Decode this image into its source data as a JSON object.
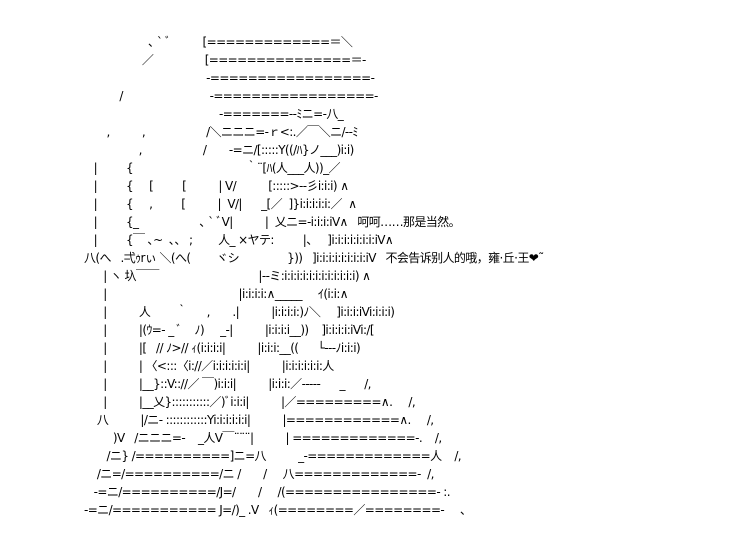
{
  "artwork": {
    "type": "ascii-art",
    "text_color": "#000000",
    "background": "#ffffff",
    "lines": [
      "                    ､ ` ﾞ          [=============＝＼",
      "                  ／                [===============＝-",
      "                                      -=================-",
      "           /                           -=================-",
      "                                          -=======--ﾐニ=-八_",
      "       ,          ,                   /＼ニニニ=-ｒ<:.／￣＼ニ/--ﾐ",
      "                 ,                   /       -=ニ/[:::::Y((/ﾊ}ノ___)i:i)",
      "   |         {                                   ｀¨[ﾊ(人___人))_／",
      "   |         {     [         [          | V/          [:::::>--彡i:i:i) ∧",
      "   |         {     ,         [          |  V/|      _[／  ]}i:i:i:i:i:／  ∧",
      "   |         {_                   ､ ` ﾞV|          |  乂ニ=-i:i:i:iV∧   呵呵……那是当然。",
      "   |         {￣ ､~  ､、 ;        人_ ×ヤテ:         |、   ]i:i:i:i:i:i:i:iV∧",
      "八(へ   .弌ｩrぃ ＼(へ(        ヾシ               }))   ]i:i:i:i:i:i:i:i:iV   不会告诉别人的哦，雍·丘·王❤˜",
      "      | ヽ 圦￣￣                               |--ミ:i:i:i:i:i:i:i:i:i:i:i:i) ∧",
      "      |                                         |i:i:i:i:∧_____     ｲ(i:i:∧",
      "      |          人        ｀      ,       .|          |i:i:i:i:)ﾉ＼     ]i:i:i:iVi:i:i:i)",
      "      |          |(ｳ=- _ ﾞ    ﾉ)     _-|          |i:i:i:i__))    ]i:i:i:i:iVi:/[",
      "      |          |[   // ﾉ>// ｨ(i:i:i:i|          |i:i:i:__((      └---ﾉi:i:i)",
      "      |          | 〈<:::〈i://／i:i:i:i:i:i|          |i:i:i:i:i:i:人",
      "      |          |__}::V:://／ ￣)i:i:i|          |i:i:i:／-----      _      /,",
      "      |          |__乂}:::::::::::／)ﾞi:i:i|          |／=========∧.     /,",
      "    八          |/ニ- ::::::::::::Yi:i:i:i:i:i|          |============∧.     /,",
      "         )V   /ニニニ=-    _人V￣¨¨¨|          | =============-.    /,",
      "       /ニ} /==========]ニ=八          _-=============人    /,",
      "    /ニ=/==========/ニ /       /     八=============-  /,",
      "   -=ニ/==========/J=/       /     /(================- :.",
      "-=ニ/=========== J=/)_ .V   ｨ(========／========-     ､"
    ]
  }
}
